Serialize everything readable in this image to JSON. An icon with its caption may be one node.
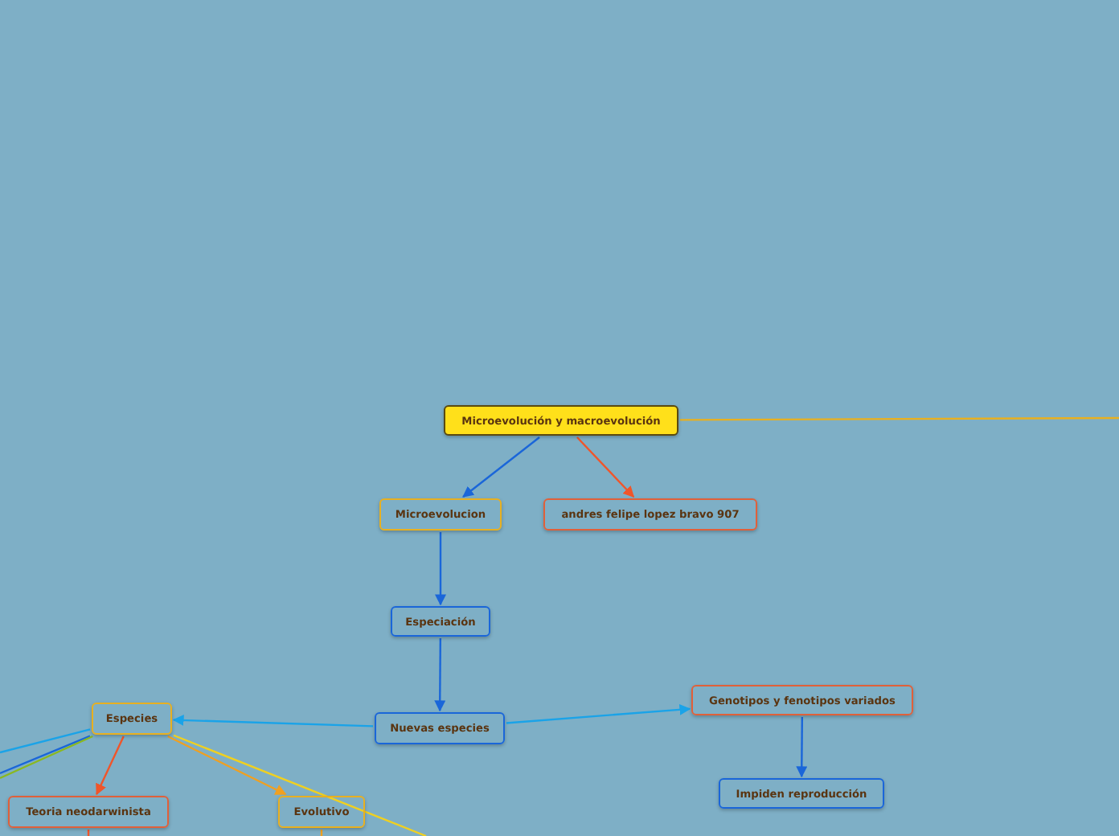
{
  "diagram": {
    "nodes": [
      {
        "text": [
          "Microevolución y macroevolución"
        ]
      },
      {
        "text": [
          "Microevolucion"
        ]
      },
      {
        "text": [
          "andres felipe lopez bravo 907"
        ]
      },
      {
        "text": [
          "Especiación"
        ]
      },
      {
        "text": [
          "Nuevas especies"
        ]
      },
      {
        "text": [
          "Genotipos y fenotipos variados"
        ]
      },
      {
        "text": [
          "Impiden reproducción"
        ]
      },
      {
        "text": [
          "Especies"
        ]
      },
      {
        "text": [
          "Teoria neodarwinista"
        ]
      },
      {
        "text": [
          "Evolutivo"
        ]
      }
    ],
    "edges": [
      {
        "from": 0,
        "to": 1,
        "arrow": "to"
      },
      {
        "from": 0,
        "to": 2,
        "arrow": "to",
        "color": "#f0552a"
      },
      {
        "from": 1,
        "to": 3,
        "arrow": "to"
      },
      {
        "from": 3,
        "to": 4,
        "arrow": "to"
      },
      {
        "from": 4,
        "to": 7,
        "arrow": "to",
        "color": "#1aa3e8"
      },
      {
        "from": 4,
        "to": 5,
        "arrow": "to",
        "color": "#1aa3e8"
      },
      {
        "from": 5,
        "to": 6,
        "arrow": "to"
      },
      {
        "from": 7,
        "to": 8,
        "arrow": "to",
        "color": "#f0552a"
      },
      {
        "from": 7,
        "to": 9,
        "arrow": "to",
        "color": "#f0a020"
      },
      {
        "from": 0,
        "to": null,
        "arrow": "none",
        "color": "#e8b020"
      },
      {
        "from": 7,
        "to": null,
        "arrow": "none",
        "color": "#1aa3e8"
      },
      {
        "from": 7,
        "to": null,
        "arrow": "none"
      },
      {
        "from": 7,
        "to": null,
        "arrow": "none",
        "color": "#8ab820"
      },
      {
        "from": 7,
        "to": null,
        "arrow": "none",
        "color": "#f0d020"
      },
      {
        "from": 8,
        "to": null,
        "arrow": "none",
        "color": "#f0552a"
      },
      {
        "from": 9,
        "to": null,
        "arrow": "none",
        "color": "#f0a020"
      }
    ]
  }
}
